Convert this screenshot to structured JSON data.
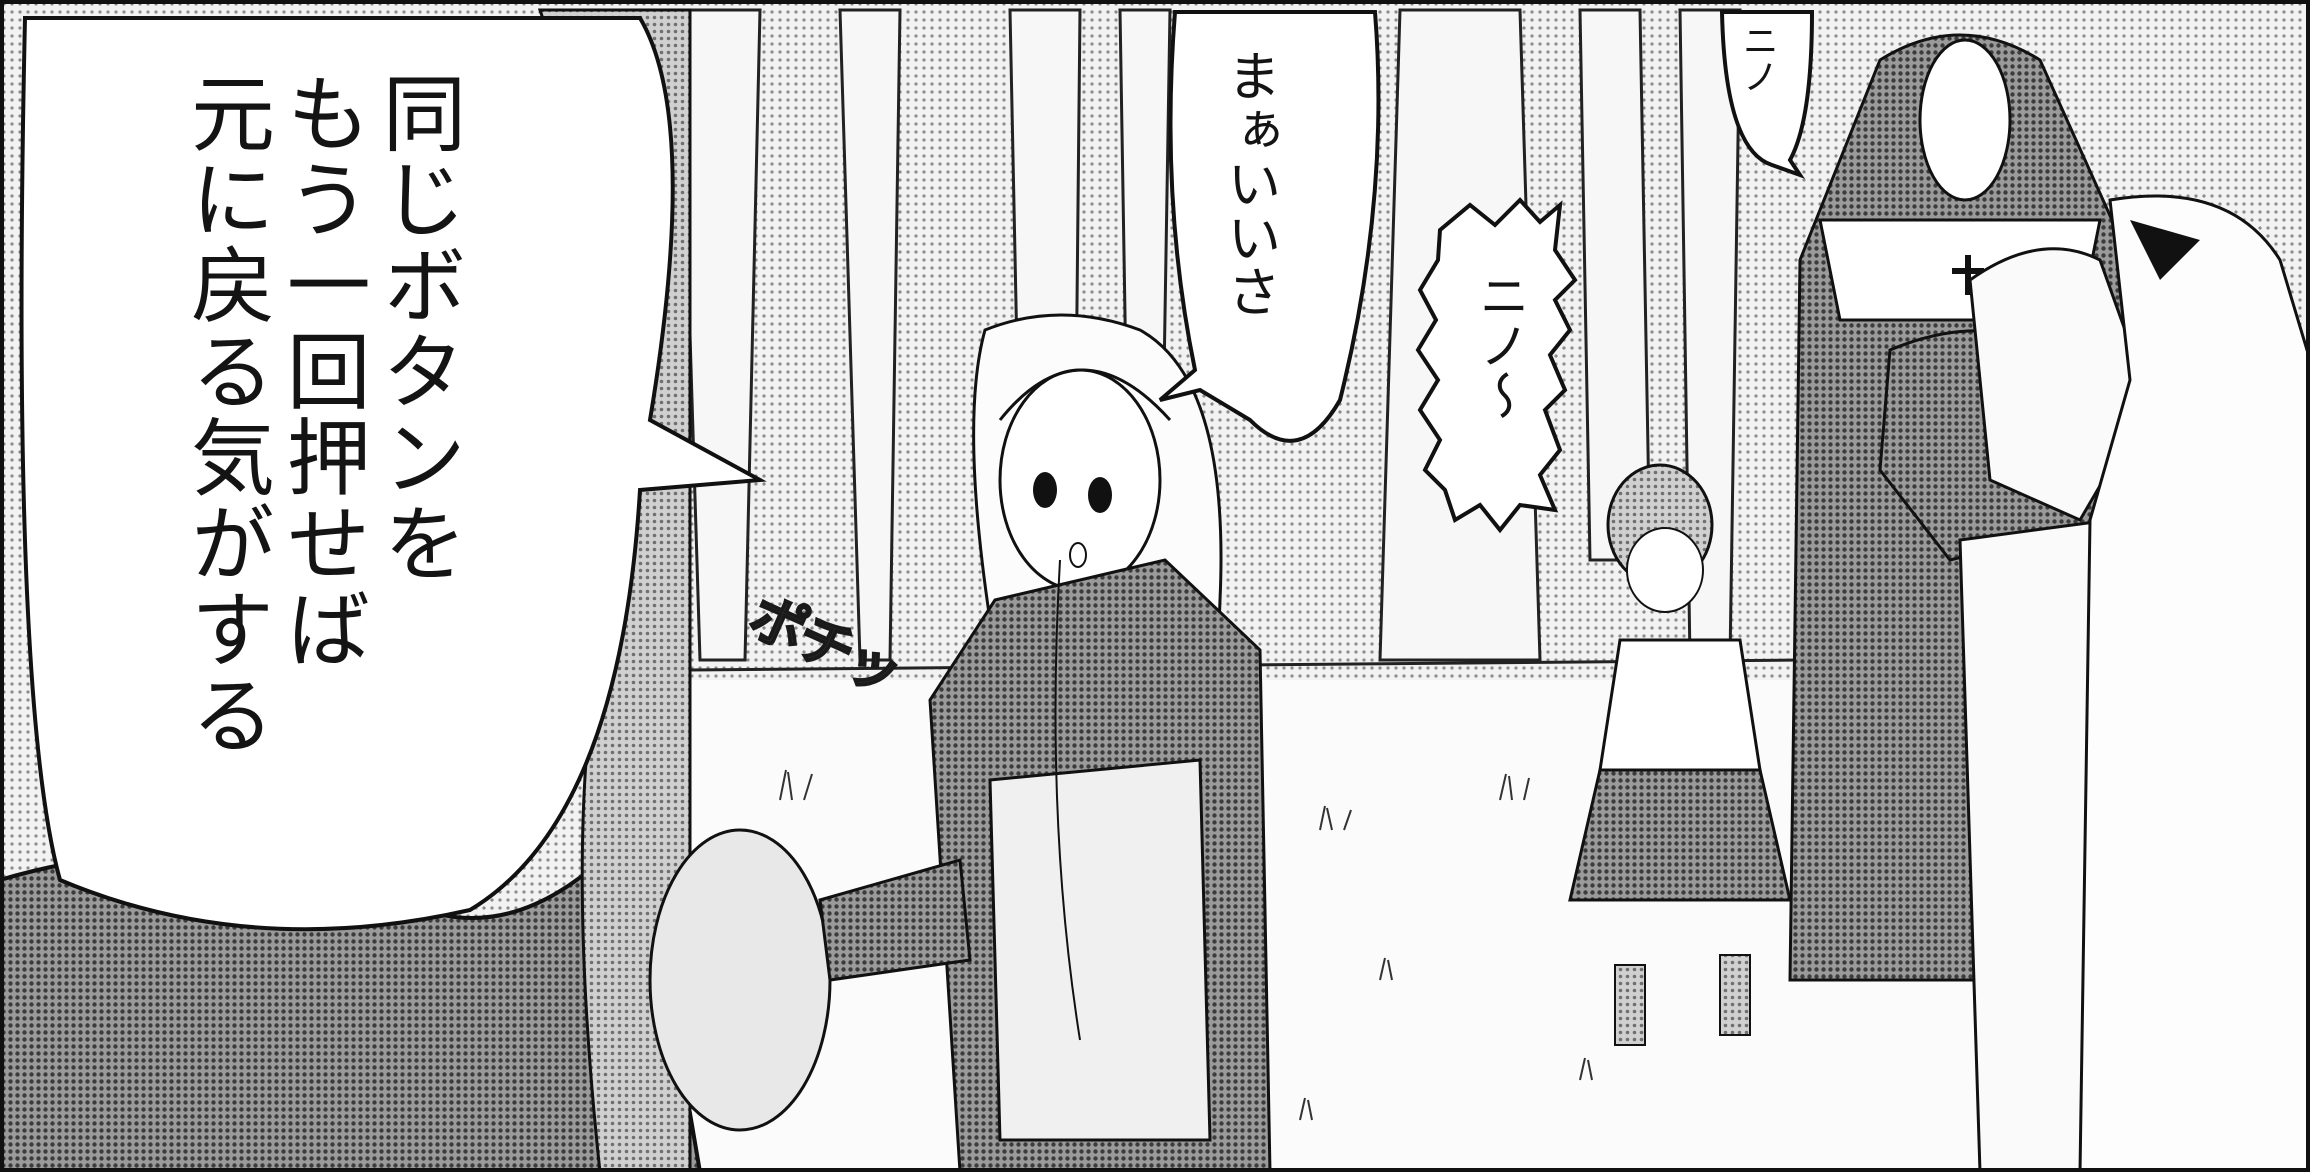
{
  "panel": {
    "speech_main": "同じボタンを\nもう一回押せば\n元に戻る気がする",
    "speech_mai": "まぁいいさ",
    "speech_nino_small": "ニノ",
    "speech_nino_shout": "ニノ〜",
    "sfx": "ポチッ"
  },
  "colors": {
    "ink": "#141414",
    "screentone": "#cfcfcf",
    "paper": "#ffffff"
  }
}
